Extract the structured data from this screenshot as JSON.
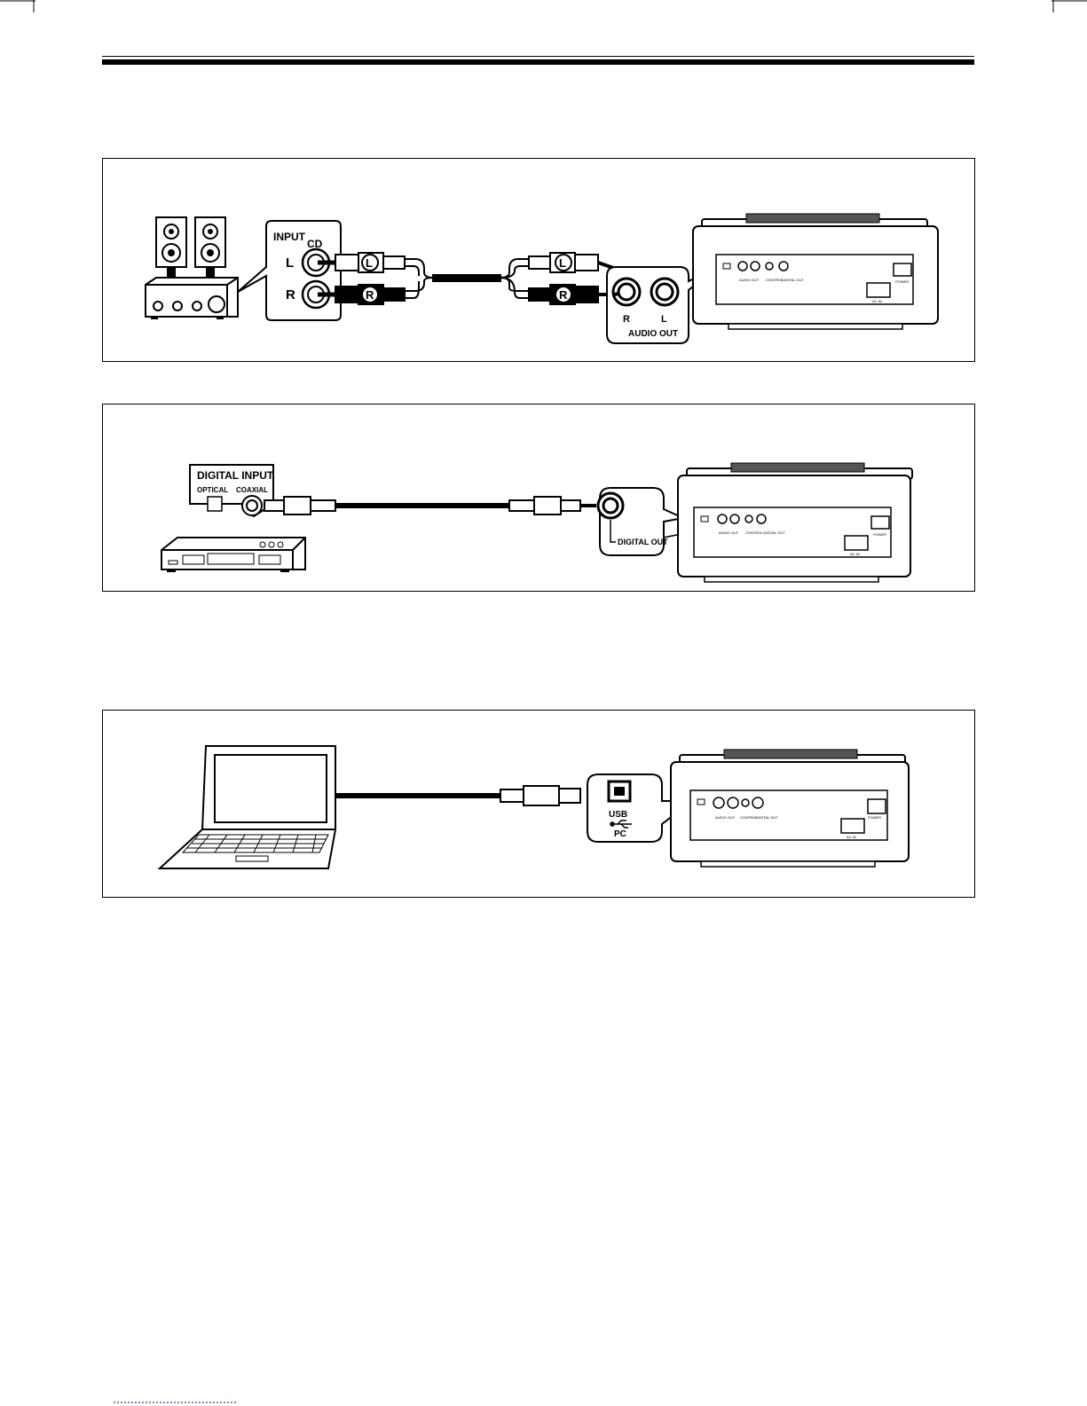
{
  "header": {
    "rule": "double-rule"
  },
  "fig1": {
    "input_title": "INPUT",
    "cd_label": "CD",
    "left_label": "L",
    "right_label": "R",
    "plug_left": "L",
    "plug_right": "R",
    "out_right": "R",
    "out_left": "L",
    "audio_out": "AUDIO OUT"
  },
  "fig2": {
    "digital_input": "DIGITAL INPUT",
    "optical": "OPTICAL",
    "coaxial": "COAXIAL",
    "digital_out": "DIGITAL OUT"
  },
  "fig3": {
    "usb": "USB",
    "pc": "PC"
  },
  "deck": {
    "audio_out": "AUDIO OUT",
    "control": "CONTROL",
    "digital_out": "DIGITAL OUT",
    "power": "POWER",
    "ac_in": "AC IN",
    "usb_pc": "USB PC",
    "r": "R",
    "l": "L"
  },
  "colors": {
    "ink": "#000000",
    "paper": "#ffffff"
  }
}
